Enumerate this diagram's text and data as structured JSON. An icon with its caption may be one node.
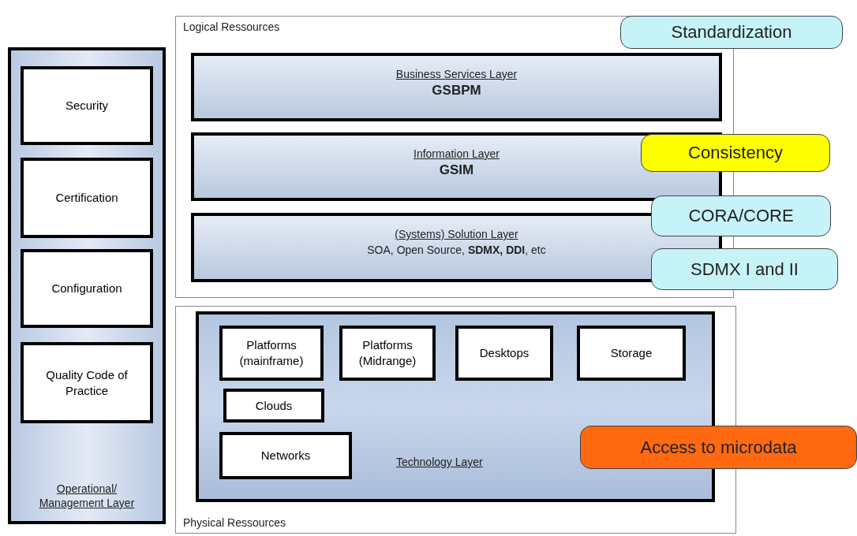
{
  "diagram": {
    "nodes": [
      {
        "text": [
          "Operational/ Management Layer"
        ]
      },
      {
        "text": [
          "Security"
        ],
        "in": 0
      },
      {
        "text": [
          "Certification"
        ],
        "in": 0
      },
      {
        "text": [
          "Configuration"
        ],
        "in": 0
      },
      {
        "text": [
          "Quality Code of Practice"
        ],
        "in": 0
      },
      {
        "text": [
          "Logical Ressources"
        ]
      },
      {
        "text": [
          "Business Services Layer",
          "GSBPM"
        ],
        "in": 5
      },
      {
        "text": [
          "Information Layer",
          "GSIM"
        ],
        "in": 5
      },
      {
        "text": [
          "(Systems) Solution Layer",
          "SOA, Open Source, **SDMX, DDI**, etc"
        ],
        "in": 5
      },
      {
        "text": [
          "Standardization"
        ]
      },
      {
        "text": [
          "Consistency"
        ]
      },
      {
        "text": [
          "CORA/CORE"
        ]
      },
      {
        "text": [
          "SDMX I and II"
        ]
      },
      {
        "text": [
          "Physical Ressources"
        ]
      },
      {
        "text": [
          "Technology Layer"
        ],
        "in": 13
      },
      {
        "text": [
          "Platforms (mainframe)"
        ],
        "in": 14
      },
      {
        "text": [
          "Platforms (Midrange)"
        ],
        "in": 14
      },
      {
        "text": [
          "Desktops"
        ],
        "in": 14
      },
      {
        "text": [
          "Storage"
        ],
        "in": 14
      },
      {
        "text": [
          "Clouds"
        ],
        "in": 14
      },
      {
        "text": [
          "Networks"
        ],
        "in": 14
      },
      {
        "text": [
          "Access to microdata"
        ]
      }
    ]
  }
}
